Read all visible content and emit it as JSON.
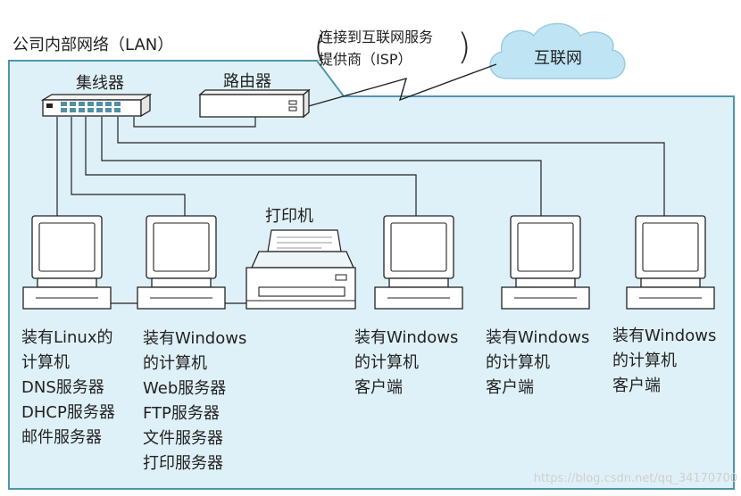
{
  "labels": {
    "lan": "公司内部网络（LAN）",
    "isp_line1": "连接到互联网服务",
    "isp_line2": "提供商（ISP）",
    "isp_open": "(",
    "isp_close": ")",
    "internet": "互联网",
    "hub": "集线器",
    "router": "路由器",
    "printer": "打印机"
  },
  "computers": [
    {
      "lines": [
        "装有Linux的",
        "计算机",
        "DNS服务器",
        "DHCP服务器",
        "邮件服务器"
      ]
    },
    {
      "lines": [
        "装有Windows",
        "的计算机",
        "Web服务器",
        "FTP服务器",
        "文件服务器",
        "打印服务器"
      ]
    },
    {
      "lines": [
        "装有Windows",
        "的计算机",
        "客户端"
      ]
    },
    {
      "lines": [
        "装有Windows",
        "的计算机",
        "客户端"
      ]
    },
    {
      "lines": [
        "装有Windows",
        "的计算机",
        "客户端"
      ]
    }
  ],
  "watermark": "https://blog.csdn.net/qq_34170700",
  "colors": {
    "lan_fill": "#dff1f8",
    "lan_border": "#4f95ac",
    "cloud_fill": "#bfe5f5",
    "device_fill": "#ffffff",
    "stroke": "#222222"
  }
}
